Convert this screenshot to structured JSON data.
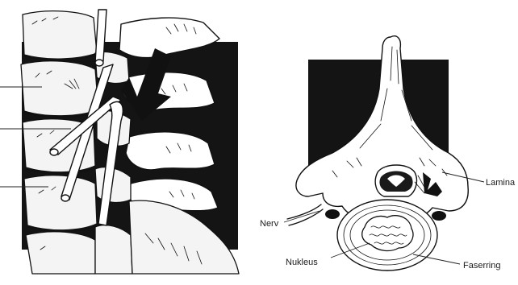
{
  "figure": {
    "labels": {
      "lamina": "Lamina",
      "nerv": "Nerv",
      "nukleus": "Nukleus",
      "faserring": "Faserring"
    }
  }
}
